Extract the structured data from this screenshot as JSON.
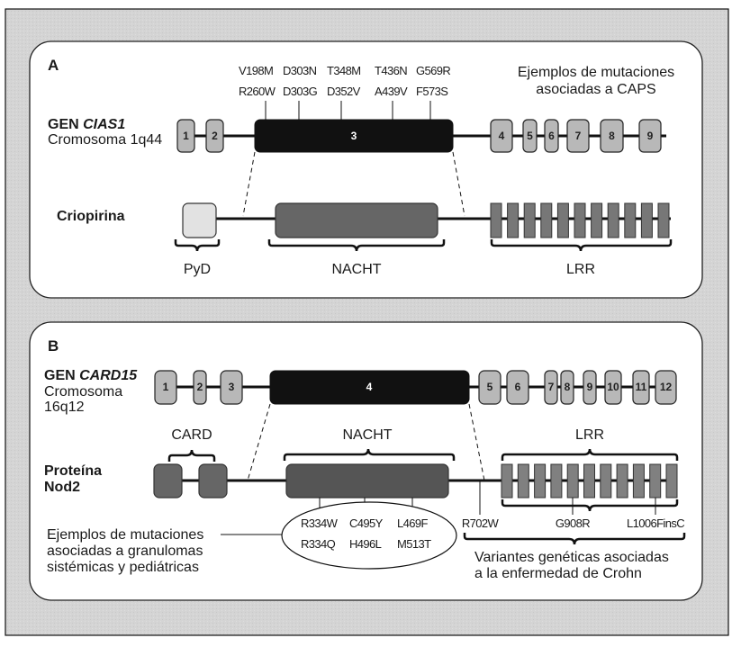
{
  "colors": {
    "background": "#d6d6d6",
    "panel": "#ffffff",
    "exon_light": "#b8b8b8",
    "exon_dark": "#111111",
    "domain_dark": "#666666",
    "pyd": "#e2e2e2",
    "line": "#111111"
  },
  "panelA": {
    "letter": "A",
    "gene_prefix": "GEN ",
    "gene_name": "CIAS1",
    "chromosome": "Cromosoma 1q44",
    "protein_label": "Criopirina",
    "mutations_note": [
      "Ejemplos de mutaciones",
      "asociadas a CAPS"
    ],
    "mutations_row1": [
      "V198M",
      "D303N",
      "T348M",
      "T436N",
      "G569R"
    ],
    "mutations_row2": [
      "R260W",
      "D303G",
      "D352V",
      "A439V",
      "F573S"
    ],
    "exons": [
      "1",
      "2",
      "3",
      "4",
      "5",
      "6",
      "7",
      "8",
      "9"
    ],
    "domains": [
      "PyD",
      "NACHT",
      "LRR"
    ],
    "lrr_repeat_count": 11
  },
  "panelB": {
    "letter": "B",
    "gene_prefix": "GEN ",
    "gene_name": "CARD15",
    "chromosome": [
      "Cromosoma",
      "16q12"
    ],
    "protein_label": [
      "Proteína",
      "Nod2"
    ],
    "exons": [
      "1",
      "2",
      "3",
      "4",
      "5",
      "6",
      "7",
      "8",
      "9",
      "10",
      "11",
      "12"
    ],
    "domains": [
      "CARD",
      "NACHT",
      "LRR"
    ],
    "lrr_repeat_count": 11,
    "granuloma_note": [
      "Ejemplos de mutaciones",
      "asociadas a granulomas",
      "sistémicas y pediátricas"
    ],
    "granuloma_row1": [
      "R334W",
      "C495Y",
      "L469F"
    ],
    "granuloma_row2": [
      "R334Q",
      "H496L",
      "M513T"
    ],
    "crohn_variants": [
      "R702W",
      "G908R",
      "L1006FinsC"
    ],
    "crohn_note": [
      "Variantes genéticas asociadas",
      "a la enfermedad de Crohn"
    ]
  }
}
